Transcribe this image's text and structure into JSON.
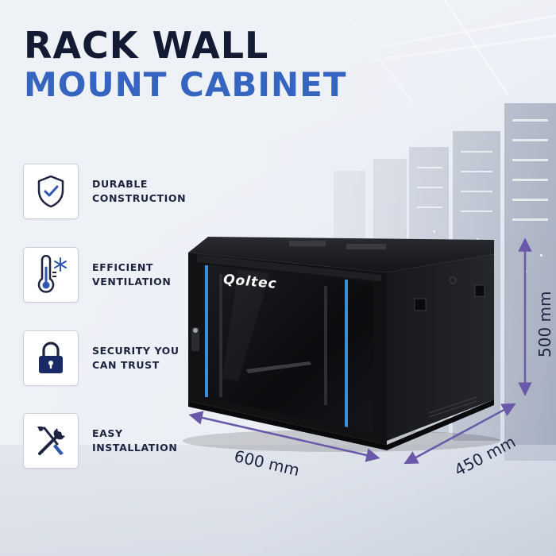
{
  "title": {
    "line1": "RACK WALL",
    "line2": "MOUNT CABINET"
  },
  "features": [
    {
      "icon": "shield-check-icon",
      "line1": "DURABLE",
      "line2": "CONSTRUCTION"
    },
    {
      "icon": "thermometer-snowflake-icon",
      "line1": "EFFICIENT",
      "line2": "VENTILATION"
    },
    {
      "icon": "padlock-icon",
      "line1": "SECURITY YOU",
      "line2": "CAN TRUST"
    },
    {
      "icon": "wrench-screwdriver-icon",
      "line1": "EASY",
      "line2": "INSTALLATION"
    }
  ],
  "product": {
    "brand": "Qoltec"
  },
  "dimensions": {
    "width": "600 mm",
    "depth": "450 mm",
    "height": "500 mm"
  },
  "colors": {
    "navy": "#131a33",
    "accent_blue": "#3565c1",
    "dimension_line": "#6a58a8",
    "icon_blue": "#2f56b0"
  }
}
